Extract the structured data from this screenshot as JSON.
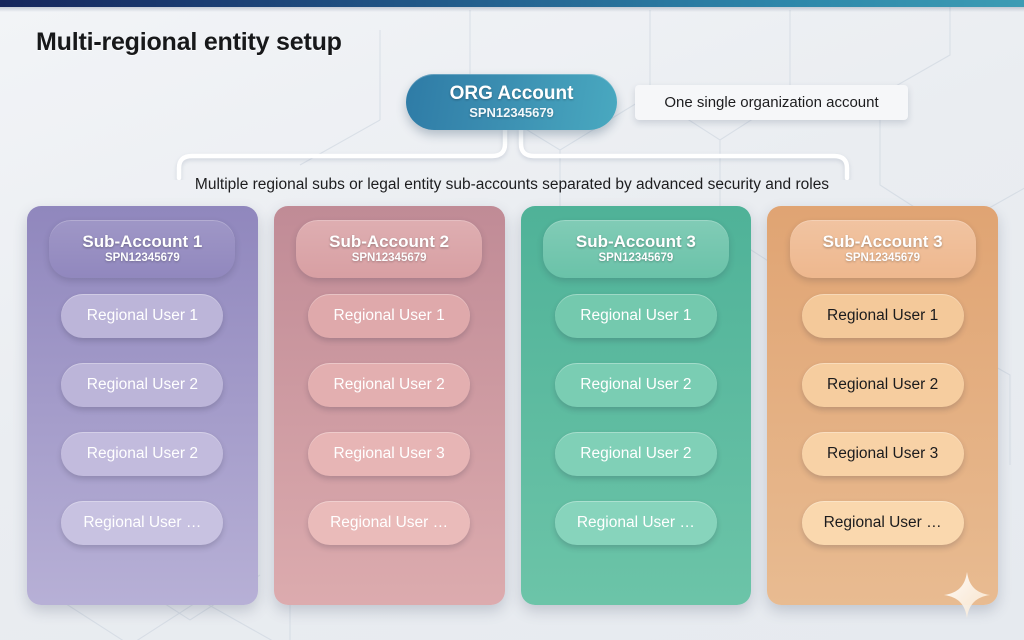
{
  "slide": {
    "title": "Multi-regional entity setup",
    "caption": "Multiple regional subs or legal entity sub-accounts separated by advanced security and roles"
  },
  "org_node": {
    "name": "ORG Account",
    "spn": "SPN12345679",
    "color_start": "#2e7ba6",
    "color_end": "#49a9c0"
  },
  "callout": {
    "text": "One single organization account"
  },
  "columns": [
    {
      "title": "Sub-Account 1",
      "spn": "SPN12345679",
      "card_color_top": "#9087bd",
      "card_color_bottom": "#b7b0d6",
      "head_color": "#8a80ba",
      "pill_color": "#bcb5d9",
      "pill_text_color": "#ffffff",
      "users": [
        "Regional User 1",
        "Regional User 2",
        "Regional User 2",
        "Regional User …"
      ]
    },
    {
      "title": "Sub-Account 2",
      "spn": "SPN12345679",
      "card_color_top": "#c08b96",
      "card_color_bottom": "#dcabae",
      "head_color": "#d69a9e",
      "pill_color": "#e1acae",
      "pill_text_color": "#ffffff",
      "users": [
        "Regional User 1",
        "Regional User 2",
        "Regional User 3",
        "Regional User …"
      ]
    },
    {
      "title": "Sub-Account 3",
      "spn": "SPN12345679",
      "card_color_top": "#4fb298",
      "card_color_bottom": "#6cc4a8",
      "head_color": "#62bfa4",
      "pill_color": "#78cbb0",
      "pill_text_color": "#ffffff",
      "users": [
        "Regional User 1",
        "Regional User 2",
        "Regional User 2",
        "Regional User …"
      ]
    },
    {
      "title": "Sub-Account 3",
      "spn": "SPN12345679",
      "card_color_top": "#e0a473",
      "card_color_bottom": "#e8bb91",
      "head_color": "#edb387",
      "pill_color": "#f6cd9d",
      "pill_text_color": "#1b1b1d",
      "users": [
        "Regional User 1",
        "Regional User 2",
        "Regional User 3",
        "Regional User …"
      ]
    }
  ],
  "decor": {
    "top_bar_start": "#16265c",
    "top_bar_end": "#3c9cb4",
    "sparkle": "sparkle-icon",
    "background": "#eceff3"
  }
}
